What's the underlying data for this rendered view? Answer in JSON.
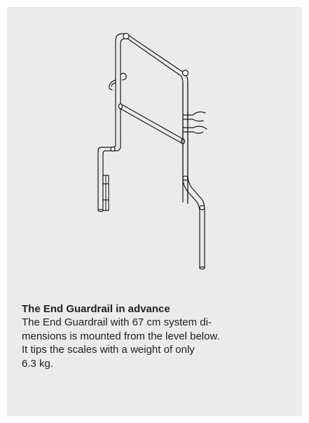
{
  "article": {
    "title": "The End Guardrail in advance",
    "body": "The End Guardrail with 67 cm system di-mensions is mounted from the level below. It tips the scales with a weight of only 6.3 kg.",
    "body_lines": [
      "The End Guardrail with 67 cm system di-",
      "mensions is mounted from the level below.",
      "It tips the scales with a weight of only",
      "6.3 kg."
    ]
  },
  "illustration": {
    "name": "end-guardrail-drawing",
    "line_color": "#1a1a1a",
    "fill_color": "#ffffff"
  },
  "colors": {
    "card_background": "#ebebeb",
    "page_background": "#ffffff",
    "text": "#222222"
  }
}
